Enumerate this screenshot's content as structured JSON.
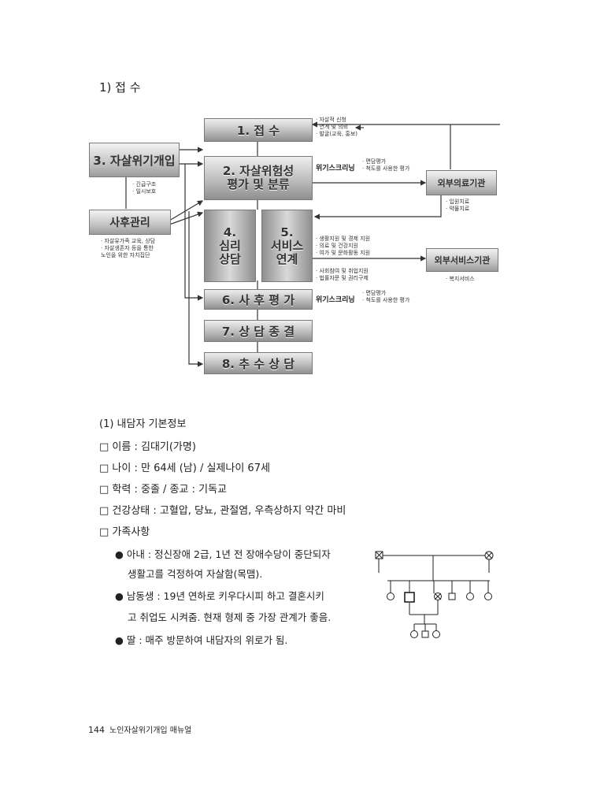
{
  "section_title": "1) 접 수",
  "flow": {
    "step1": "1. 접 수",
    "step2_line1": "2. 자살위험성",
    "step2_line2": "평가 및 분류",
    "step3": "3. 자살위기개입",
    "aftercare": "사후관리",
    "step4_num": "4.",
    "step4_l1": "심리",
    "step4_l2": "상담",
    "step5_num": "5.",
    "step5_l1": "서비스",
    "step5_l2": "연계",
    "step6": "6. 사 후 평 가",
    "step7": "7. 상 담 종 결",
    "step8": "8. 추 수 상 담",
    "external_medical": "외부의료기관",
    "external_service": "외부서비스기관",
    "intake_notes": [
      "· 자살적 신청",
      "· 연계 및 의뢰",
      "· 발굴(교육, 홍보)"
    ],
    "screening_label": "위기스크리닝",
    "screening_notes": [
      "· 면담평가",
      "· 척도를 사용한 평가"
    ],
    "crisis_notes": [
      "· 긴급구조",
      "· 일시보호"
    ],
    "aftercare_notes": [
      "· 자살유가족 교육, 상담",
      "· 자살생존자 등을 통한",
      "  노인을 위한 자치집단"
    ],
    "medical_notes": [
      "· 입원치료",
      "· 약물치료"
    ],
    "service_notes": [
      "· 생활지원 및 경제 지원",
      "· 의료 및 건강지원",
      "· 여가 및 문화활동 지원"
    ],
    "service_notes2": [
      "· 사회참여 및 취업지원",
      "· 법률자문 및 권리구제"
    ],
    "welfare_note": "· 복지서비스",
    "eval_label": "위기스크리닝",
    "eval_notes": [
      "· 면담평가",
      "· 척도를 사용한 평가"
    ]
  },
  "client": {
    "heading": "(1) 내담자 기본정보",
    "name": "□  이름 : 김대기(가명)",
    "age": "□  나이 : 만 64세 (남) / 실제나이 67세",
    "education": "□  학력 : 중졸 / 종교 : 기독교",
    "health": "□  건강상태 : 고혈압, 당뇨, 관절염, 우측상하지 약간 마비",
    "family": "□  가족사항",
    "wife_l1": "●  아내 : 정신장애 2급, 1년 전 장애수당이 중단되자",
    "wife_l2": "생활고를 걱정하여 자살함(목맴).",
    "brother_l1": "●  남동생 : 19년 연하로 키우다시피 하고  결혼시키",
    "brother_l2": "고 취업도 시켜줌. 현재 형제 중 가장 관계가 좋음.",
    "daughter": "●  딸 : 매주 방문하여 내담자의 위로가 됨."
  },
  "footer": {
    "page_number": "144",
    "title": "노인자살위기개입 매뉴얼"
  }
}
